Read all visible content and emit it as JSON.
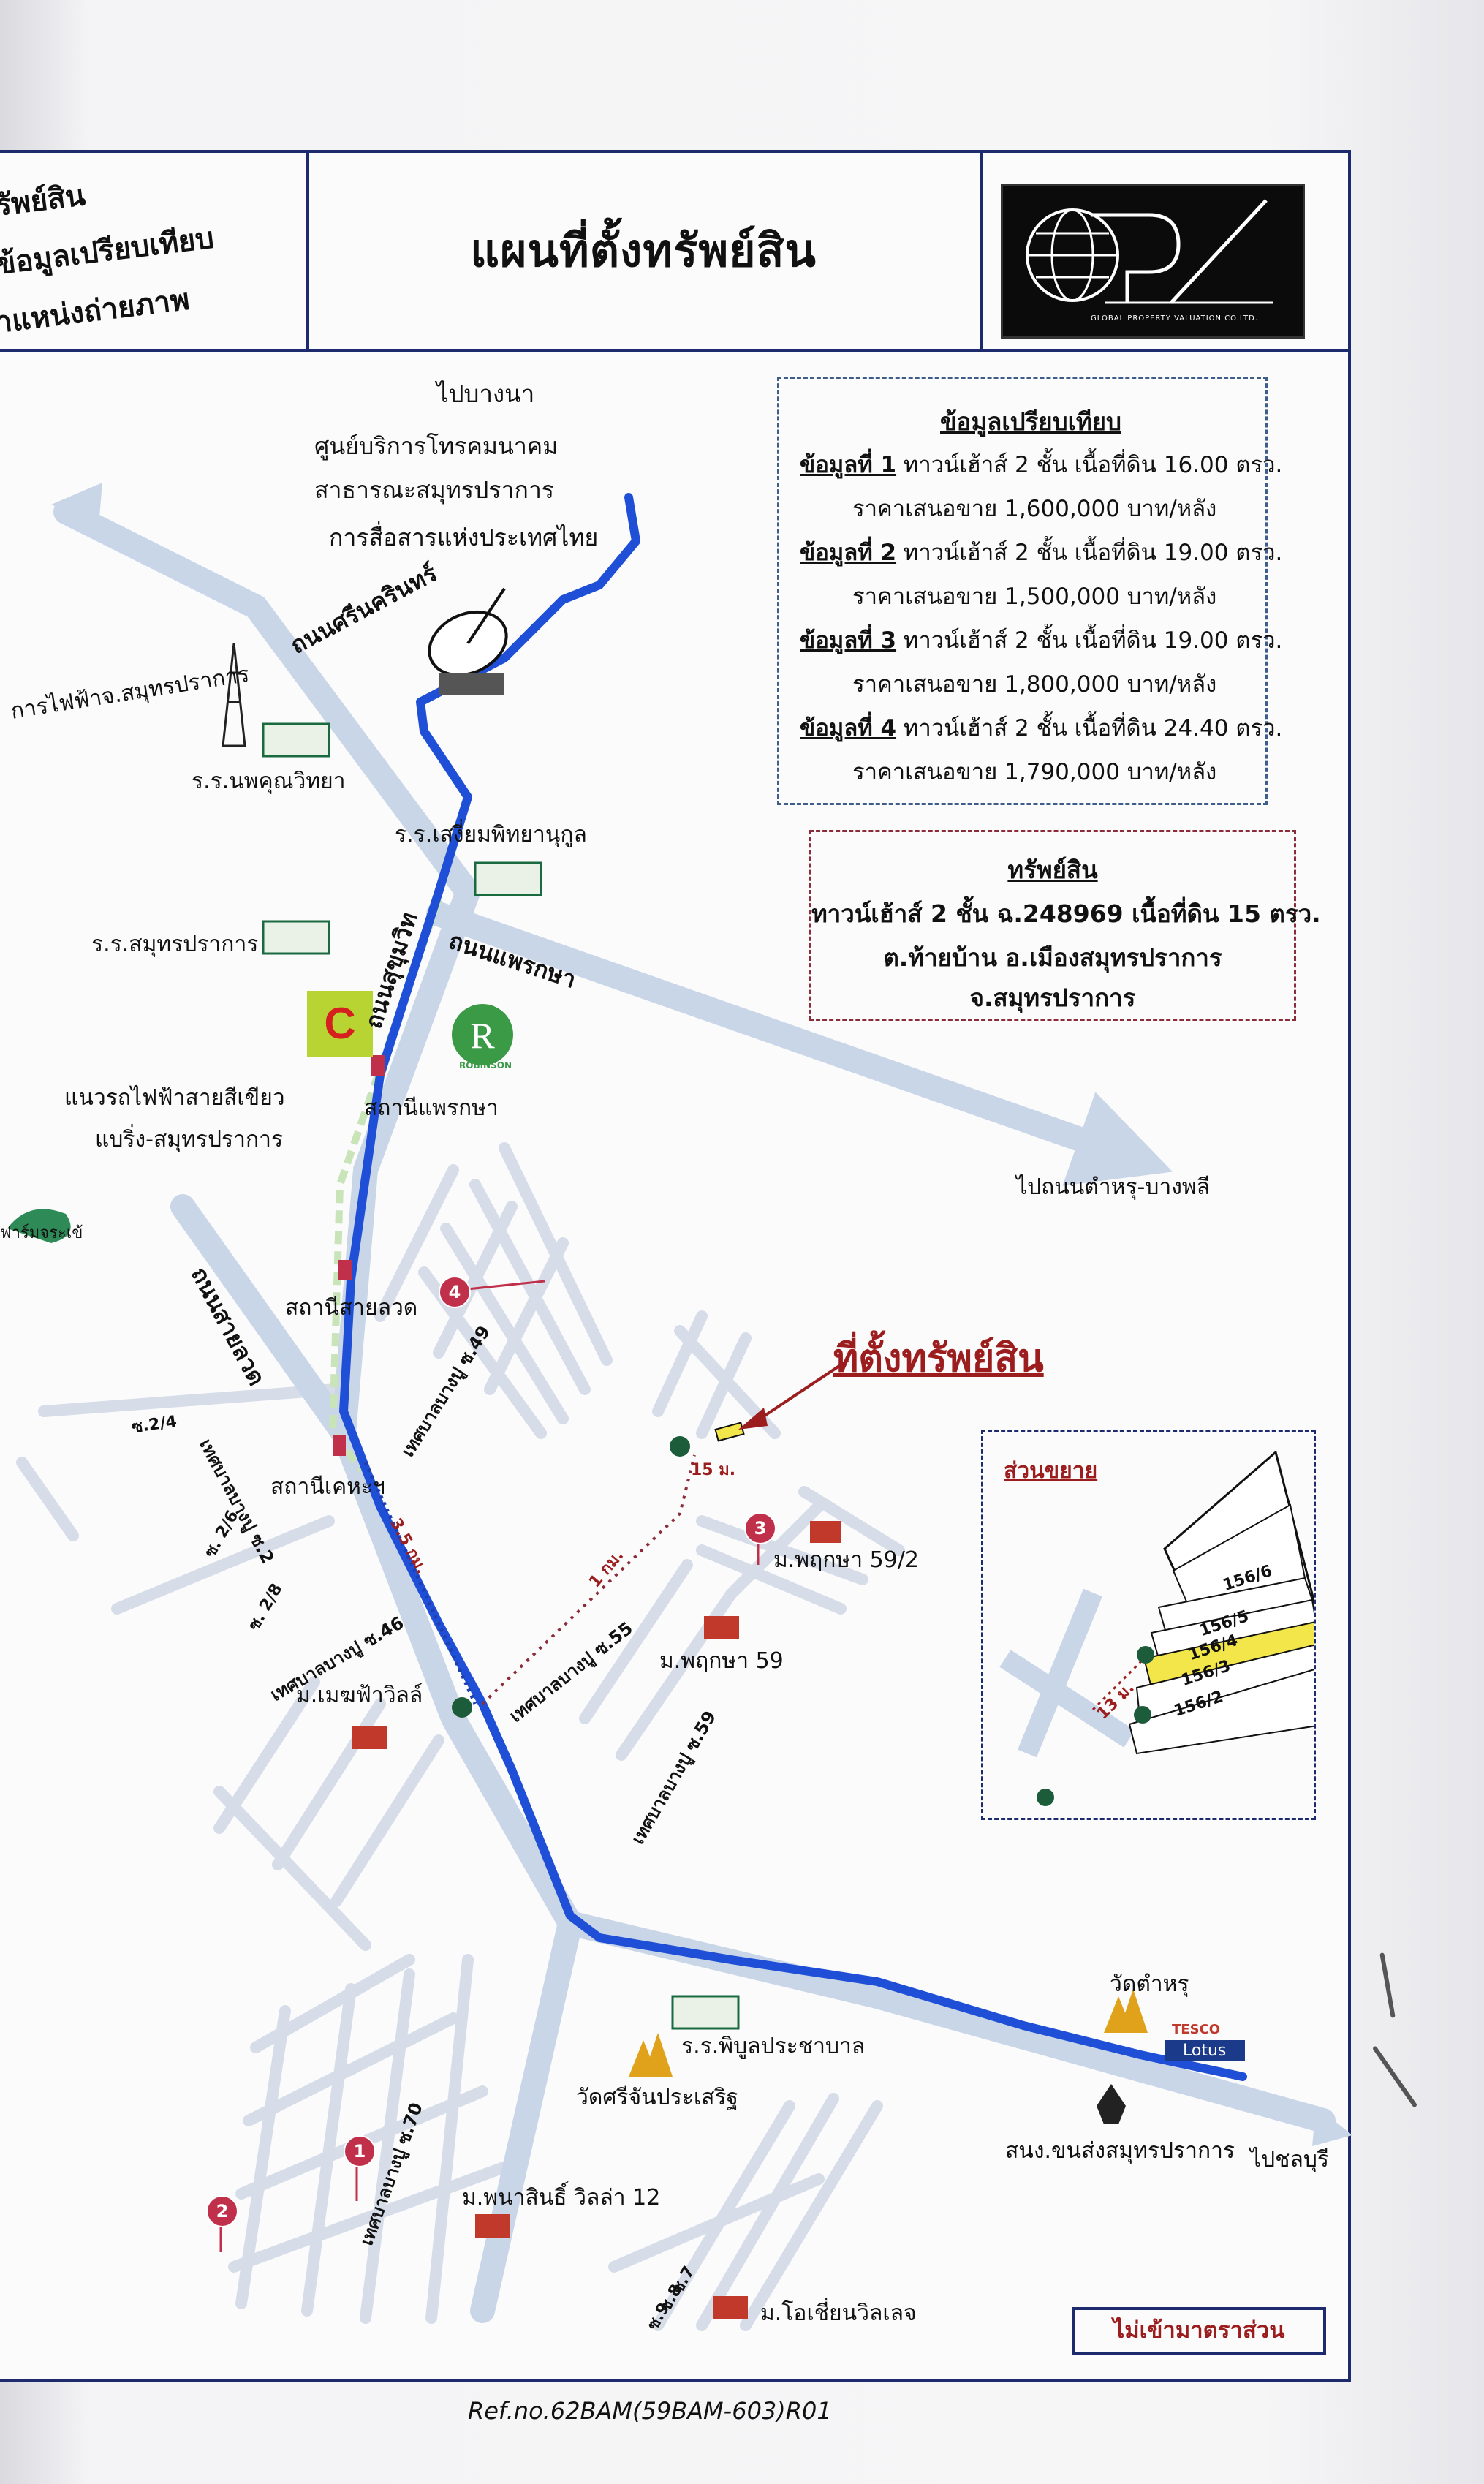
{
  "header": {
    "left_lines": [
      "รัพย์สิน",
      "ข้อมูลเปรียบเทียบ",
      "ำแหน่งถ่ายภาพ"
    ],
    "title": "แผนที่ตั้งทรัพย์สิน",
    "logo_text": "GP",
    "logo_subtext": "GLOBAL PROPERTY VALUATION CO.LTD."
  },
  "comparison": {
    "title": "ข้อมูลเปรียบเทียบ",
    "items": [
      {
        "label": "ข้อมูลที่ 1",
        "desc": " ทาวน์เฮ้าส์ 2 ชั้น เนื้อที่ดิน 16.00 ตรว.",
        "price": "ราคาเสนอขาย 1,600,000 บาท/หลัง"
      },
      {
        "label": "ข้อมูลที่ 2",
        "desc": " ทาวน์เฮ้าส์ 2 ชั้น เนื้อที่ดิน 19.00 ตรว.",
        "price": "ราคาเสนอขาย 1,500,000 บาท/หลัง"
      },
      {
        "label": "ข้อมูลที่ 3",
        "desc": " ทาวน์เฮ้าส์ 2 ชั้น เนื้อที่ดิน 19.00 ตรว.",
        "price": "ราคาเสนอขาย 1,800,000 บาท/หลัง"
      },
      {
        "label": "ข้อมูลที่ 4",
        "desc": " ทาวน์เฮ้าส์ 2 ชั้น เนื้อที่ดิน 24.40 ตรว.",
        "price": "ราคาเสนอขาย 1,790,000 บาท/หลัง"
      }
    ]
  },
  "property": {
    "title": "ทรัพย์สิน",
    "line1": "ทาวน์เฮ้าส์ 2 ชั้น ฉ.248969 เนื้อที่ดิน 15 ตรว.",
    "line2": "ต.ท้ายบ้าน อ.เมืองสมุทรปราการ",
    "line3": "จ.สมุทรปราการ"
  },
  "labels": {
    "to_bangna": "ไปบางนา",
    "tot_center_1": "ศูนย์บริการโทรคมนาคม",
    "tot_center_2": "สาธารณะสมุทรปราการ",
    "tot_center_3": "การสื่อสารแห่งประเทศไทย",
    "road_srinakarin": "ถนนศรีนครินทร์",
    "electric_auth": "การไฟฟ้าจ.สมุทรปราการ",
    "school_nopkhun": "ร.ร.นพคุณวิทยา",
    "school_sengtham": "ร.ร.เสงี่ยมพิทยานุกูล",
    "road_sukhumvit": "ถนนสุขุมวิท",
    "road_praeksa": "ถนนแพรกษา",
    "school_samutprakan": "ร.ร.สมุทรปราการ",
    "station_praeksa": "สถานีแพรกษา",
    "bts_green_1": "แนวรถไฟฟ้าสายสีเขียว",
    "bts_green_2": "แบริ่ง-สมุทรปราการ",
    "to_tamru": "ไปถนนตำหรุ-บางพลี",
    "croc_farm": "ฟาร์มจระเข้",
    "road_sailuat": "ถนนสายลวด",
    "station_sailuat": "สถานีสายลวด",
    "soi_2_4": "ซ.2/4",
    "soi_2_6": "ซ. 2/6",
    "soi_2_8": "ซ. 2/8",
    "soi_thb2": "เทศบาลบางปู ซ.2",
    "soi_thb49": "เทศบาลบางปู ซ.49",
    "station_kheha": "สถานีเคหะฯ",
    "soi_thb46": "เทศบาลบางปู ซ.46",
    "soi_thb55": "เทศบาลบางปู ซ.55",
    "soi_thb59": "เทศบาลบางปู ซ.59",
    "soi_thb70": "เทศบาลบางปู ซ.70",
    "dist_35": "3.5 กม.",
    "dist_1": "1 กม.",
    "dist_15": "15 ม.",
    "village_maekfa": "ม.เมฆฟ้าวิลล์",
    "village_pruksa592": "ม.พฤกษา 59/2",
    "village_pruksa59": "ม.พฤกษา 59",
    "target_title": "ที่ตั้งทรัพย์สิน",
    "school_phibun": "ร.ร.พิบูลประชาบาล",
    "wat_srichan": "วัดศรีจันประเสริฐ",
    "wat_tamru": "วัดตำหรุ",
    "tesco_1": "TESCO",
    "tesco_2": "Lotus",
    "transport_office": "สนง.ขนส่งสมุทรปราการ",
    "to_chonburi": "ไปชลบุรี",
    "village_panasin": "ม.พนาสินธิ์ วิลล่า 12",
    "village_ocean": "ม.โอเชี่ยนวิลเลจ",
    "soi_7": "ซ.7",
    "soi_8": "ซ.8",
    "soi_9": "ซ.9",
    "big_c": "C",
    "robinson": "R",
    "robinson_sub": "ROBINSON"
  },
  "badges": [
    "1",
    "2",
    "3",
    "4"
  ],
  "zoom": {
    "title": "ส่วนขยาย",
    "plots": [
      "156/6",
      "156/5",
      "156/4",
      "156/3",
      "156/2"
    ],
    "dist": "13 ม."
  },
  "footer": {
    "no_scale": "ไม่เข้ามาตราส่วน",
    "ref": "Ref.no.62BAM(59BAM-603)R01"
  },
  "colors": {
    "main_road_blue": "#1f4fd6",
    "light_road": "#c9d6e8",
    "frame": "#1d2b6e",
    "highlight_yellow": "#f3e64a",
    "target_red": "#9b1d1d",
    "badge_pink": "#c1304a"
  }
}
